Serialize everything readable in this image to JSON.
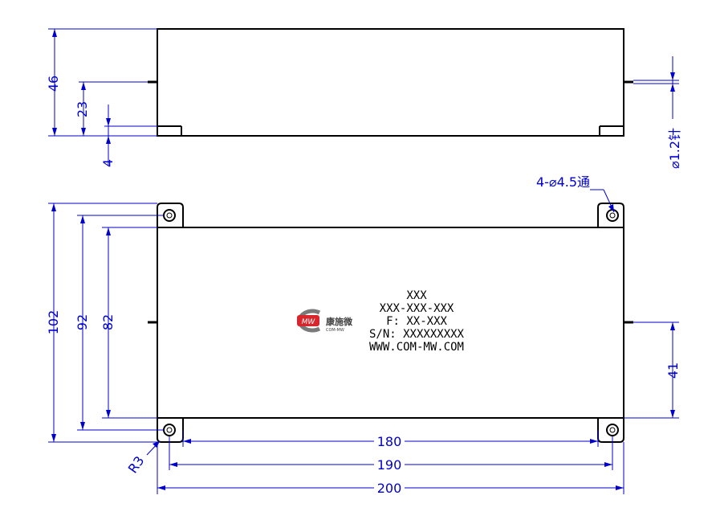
{
  "colors": {
    "outline": "#000000",
    "dimension": "#0000cc",
    "logo_red": "#d9262c",
    "logo_gray": "#7a7a7a"
  },
  "side_view": {
    "dims": {
      "overall_height": "46",
      "pin_height": "23",
      "foot_height": "4",
      "pin_diameter": "⌀1.2针"
    }
  },
  "top_view": {
    "label_lines": [
      "XXX",
      "XXX-XXX-XXX",
      "F: XX-XXX",
      "S/N: XXXXXXXXX",
      "WWW.COM-MW.COM"
    ],
    "logo": {
      "icon": "com-mw-logo",
      "name_cn": "康施微",
      "name_en": "COM-MW"
    },
    "dims": {
      "hole_callout": "4-⌀4.5通",
      "height_overall": "102",
      "height_holes": "92",
      "height_body": "82",
      "pin_offset": "41",
      "corner_radius": "R3",
      "width_holes": "180",
      "width_mid": "190",
      "width_overall": "200"
    }
  }
}
